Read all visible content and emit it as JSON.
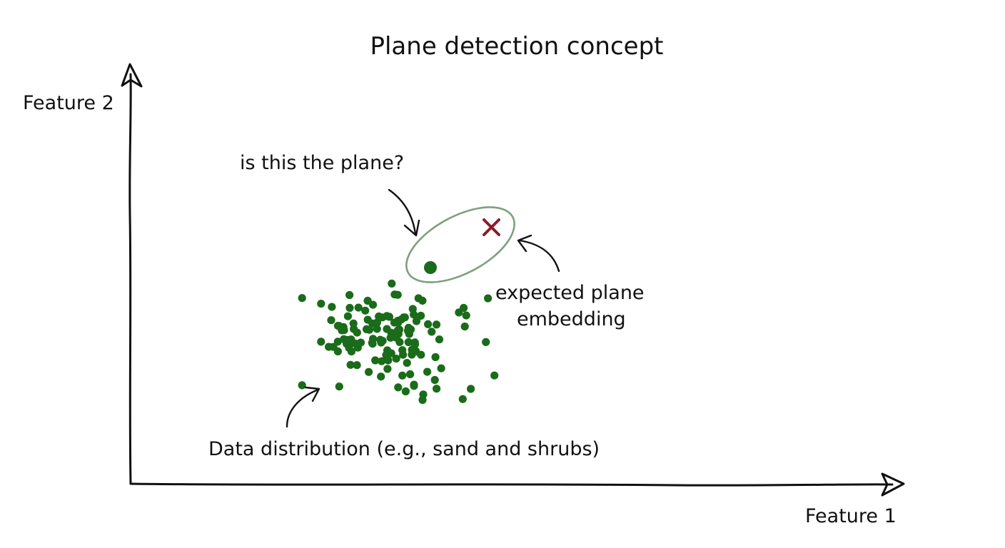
{
  "title": "Plane detection concept",
  "axes": {
    "x_label": "Feature 1",
    "y_label": "Feature 2"
  },
  "annotations": {
    "question": "is this the plane?",
    "expected_line1": "expected plane",
    "expected_line2": "embedding",
    "distribution": "Data distribution (e.g., sand and shrubs)"
  },
  "colors": {
    "points": "#1a6b1a",
    "expected_marker": "#8b1a2b",
    "ellipse": "#7f9f7f",
    "ink": "#111111"
  },
  "markers": {
    "expected_icon": "x-mark-icon",
    "candidate_icon": "filled-circle-icon"
  },
  "cluster": {
    "count": 130,
    "seed": 7
  }
}
